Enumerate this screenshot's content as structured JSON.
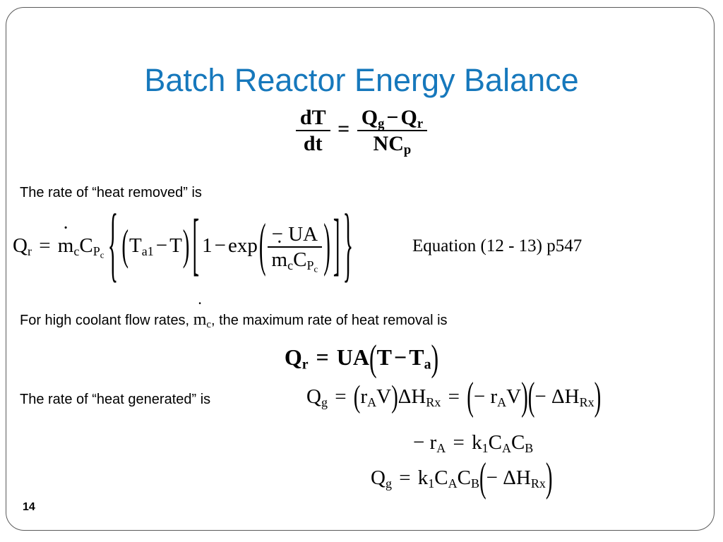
{
  "slide": {
    "title": "Batch Reactor Energy Balance",
    "title_color": "#1678bc",
    "page_number": "14",
    "border_color": "#5a5a5a"
  },
  "text_lines": {
    "heat_removed": "The rate of “heat removed” is",
    "high_coolant_prefix": "For high coolant flow rates,",
    "high_coolant_suffix": ", the maximum rate of heat removal is",
    "heat_generated": "The rate of “heat generated” is"
  },
  "labels": {
    "equation_reference": "Equation  (12 - 13)  p547"
  },
  "equations": {
    "energy_balance": {
      "plain": "dT/dt = (Qg - Qr)/(NCp)",
      "lhs_num": "dT",
      "lhs_den": "dt",
      "equals": "=",
      "rhs_num_a": "Q",
      "rhs_num_a_sub": "g",
      "rhs_num_minus": "−",
      "rhs_num_b": "Q",
      "rhs_num_b_sub": "r",
      "rhs_den": "NC",
      "rhs_den_sub": "p"
    },
    "heat_removed": {
      "plain": "Qr = mdot_c C_Pc { (Ta1 - T)[1 - exp( -UA / (mdot_c C_Pc) )] }",
      "q": "Q",
      "q_sub": "r",
      "equals": "=",
      "mdot": "m",
      "mdot_sub": "c",
      "cp": "C",
      "cp_sub": "P",
      "cp_subsub": "c",
      "ta": "T",
      "ta_sub": "a1",
      "minus": "−",
      "t": "T",
      "one": "1",
      "exp": "exp",
      "ua": "UA",
      "neg": "−"
    },
    "heat_removed_max": {
      "plain": "Qr = UA(T - Ta)",
      "q": "Q",
      "q_sub": "r",
      "equals": "=",
      "ua": "UA",
      "t": "T",
      "minus": "−",
      "ta": "T",
      "ta_sub": "a"
    },
    "heat_generated": {
      "plain": "Qg = (rA V)dHRx = (-rA V)(-dHRx)",
      "q": "Q",
      "q_sub": "g",
      "equals": "=",
      "r": "r",
      "r_sub": "A",
      "v": "V",
      "dh": "ΔH",
      "dh_sub": "Rx",
      "neg": "−"
    },
    "rate_law": {
      "plain": "-rA = k1 CA CB",
      "neg": "−",
      "r": "r",
      "r_sub": "A",
      "equals": "=",
      "k": "k",
      "k_sub": "1",
      "ca": "C",
      "ca_sub": "A",
      "cb": "C",
      "cb_sub": "B"
    },
    "heat_generated_final": {
      "plain": "Qg = k1 CA CB (-dHRx)",
      "q": "Q",
      "q_sub": "g",
      "equals": "=",
      "k": "k",
      "k_sub": "1",
      "ca": "C",
      "ca_sub": "A",
      "cb": "C",
      "cb_sub": "B",
      "neg": "−",
      "dh": "ΔH",
      "dh_sub": "Rx"
    }
  }
}
